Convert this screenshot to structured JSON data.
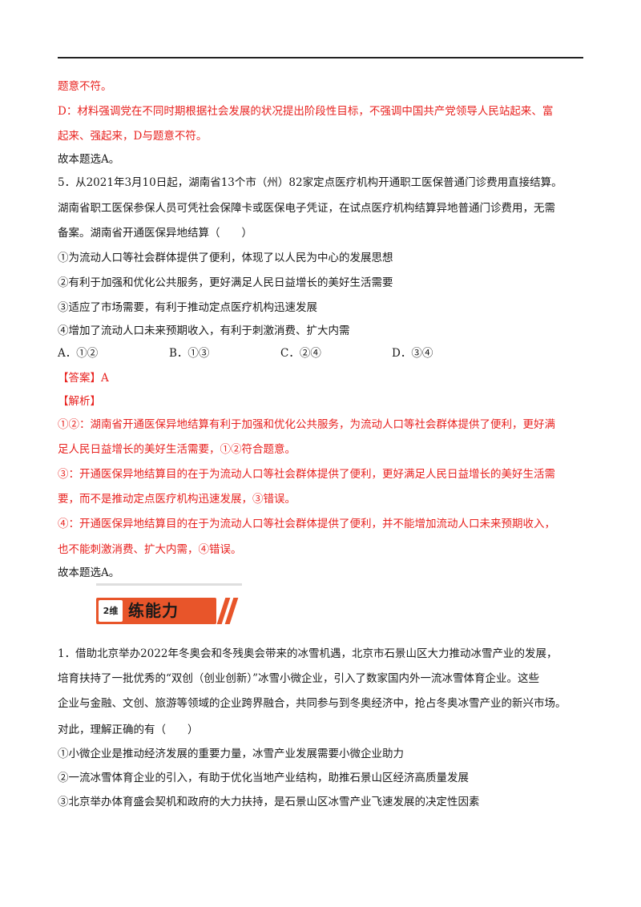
{
  "prev": {
    "line1": "题意不符。",
    "d_line1": "D：材料强调党在不同时期根据社会发展的状况提出阶段性目标，不强调中国共产党领导人民站起来、富",
    "d_line2": "起来、强起来，D与题意不符。",
    "conclusion": "故本题选A。"
  },
  "q5": {
    "stem": [
      "5．从2021年3月10日起，湖南省13个市（州）82家定点医疗机构开通职工医保普通门诊费用直接结算。",
      "湖南省职工医保参保人员可凭社会保障卡或医保电子凭证，在试点医疗机构结算异地普通门诊费用，无需",
      "备案。湖南省开通医保异地结算（　　）"
    ],
    "statements": [
      "①为流动人口等社会群体提供了便利，体现了以人民为中心的发展思想",
      "②有利于加强和优化公共服务，更好满足人民日益增长的美好生活需要",
      "③适应了市场需要，有利于推动定点医疗机构迅速发展",
      "④增加了流动人口未来预期收入，有利于刺激消费、扩大内需"
    ],
    "options": [
      "A．①②",
      "B．①③",
      "C．②④",
      "D．③④"
    ],
    "answer": "【答案】A",
    "analysis_label": "【解析】",
    "analysis": [
      "①②：湖南省开通医保异地结算有利于加强和优化公共服务，为流动人口等社会群体提供了便利，更好满",
      "足人民日益增长的美好生活需要，①②符合题意。",
      "③：开通医保异地结算目的在于为流动人口等社会群体提供了便利，更好满足人民日益增长的美好生活需",
      "要，而不是推动定点医疗机构迅速发展，③错误。",
      "④：开通医保异地结算目的在于为流动人口等社会群体提供了便利，并不能增加流动人口未来预期收入，",
      "也不能刺激消费、扩大内需，④错误。"
    ],
    "conclusion": "故本题选A。"
  },
  "section": {
    "badge": "2维",
    "title": "练能力",
    "accent_color": "#e8552a"
  },
  "q1": {
    "stem": [
      "1．借助北京举办2022年冬奥会和冬残奥会带来的冰雪机遇，北京市石景山区大力推动冰雪产业的发展，",
      "培育扶持了一批优秀的“双创（创业创新）”冰雪小微企业，引入了数家国内外一流冰雪体育企业。这些",
      "企业与金融、文创、旅游等领域的企业跨界融合，共同参与到冬奥经济中，抢占冬奥冰雪产业的新兴市场。",
      "对此，理解正确的有（　　）"
    ],
    "statements": [
      "①小微企业是推动经济发展的重要力量，冰雪产业发展需要小微企业助力",
      "②一流冰雪体育企业的引入，有助于优化当地产业结构，助推石景山区经济高质量发展",
      "③北京举办体育盛会契机和政府的大力扶持，是石景山区冰雪产业飞速发展的决定性因素"
    ]
  },
  "colors": {
    "analysis_text": "#e8221f",
    "body_text": "#1a1a1a"
  }
}
